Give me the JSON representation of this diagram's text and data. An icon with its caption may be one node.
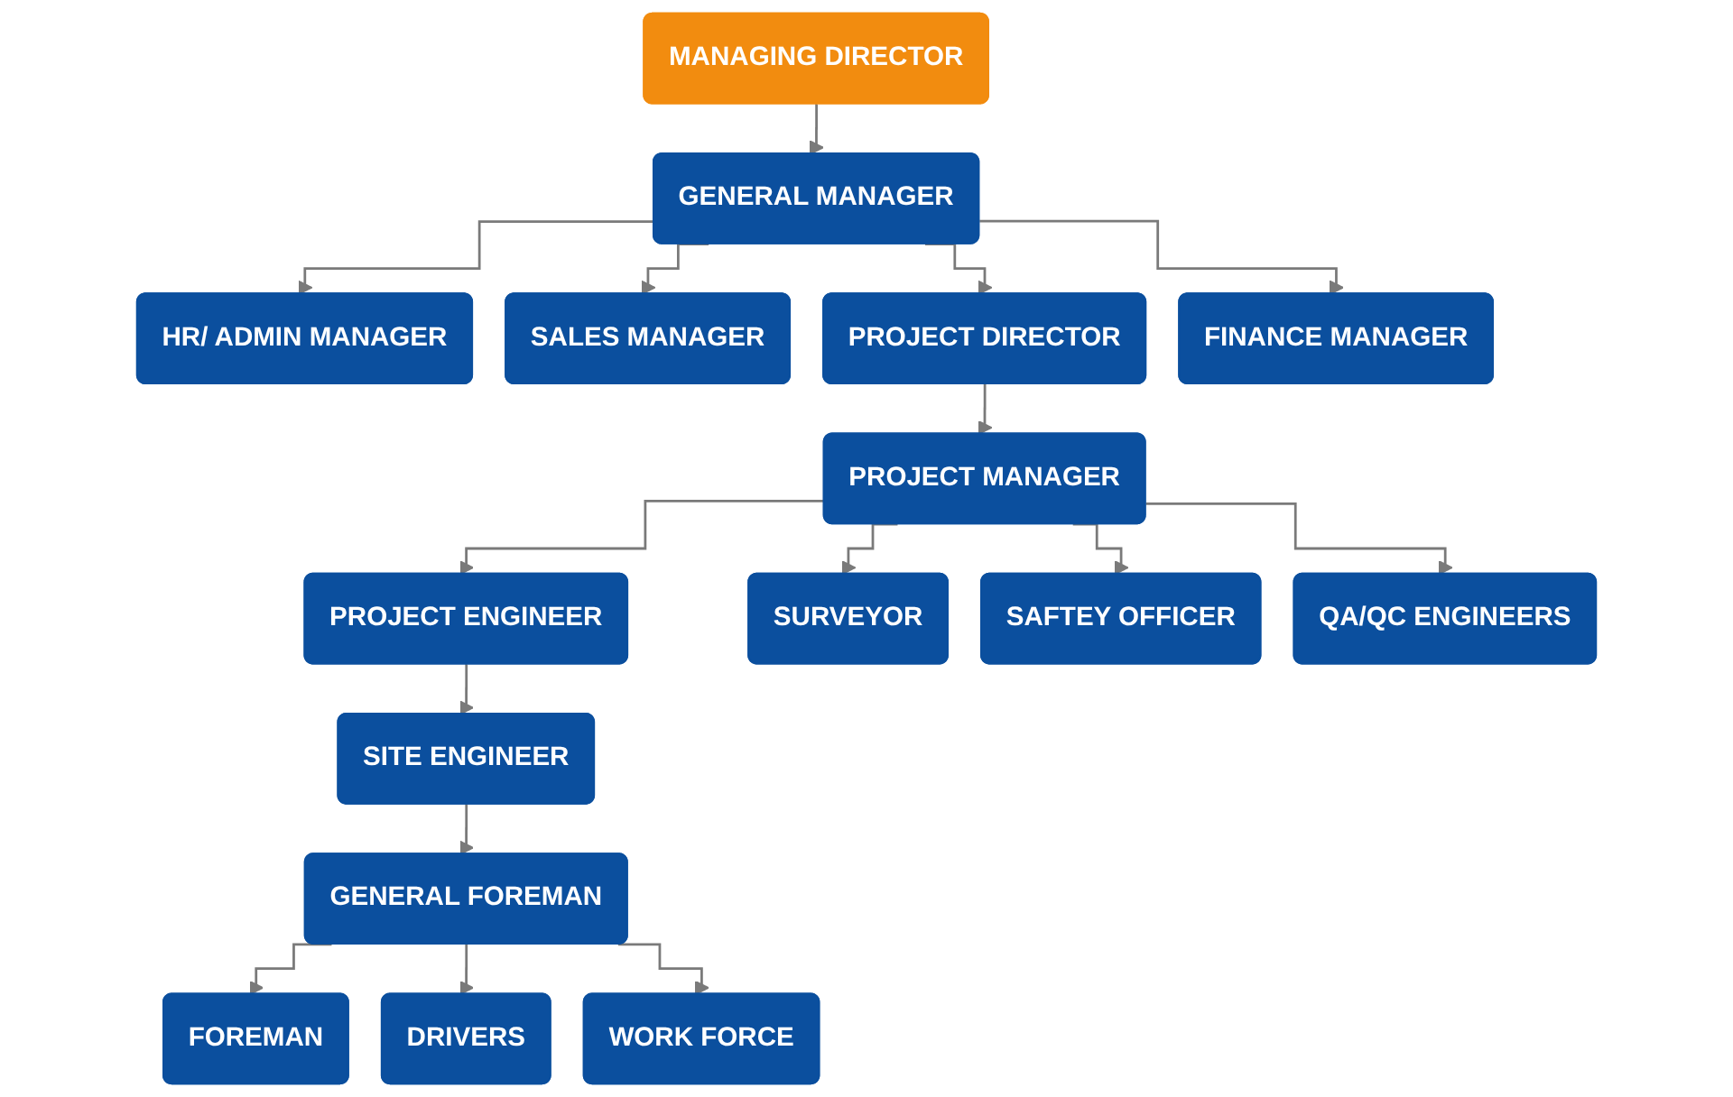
{
  "diagram": {
    "nodes": [
      {
        "text": [
          "MANAGING DIRECTOR"
        ]
      },
      {
        "text": [
          "GENERAL MANAGER"
        ]
      },
      {
        "text": [
          "HR/ ADMIN MANAGER"
        ]
      },
      {
        "text": [
          "SALES MANAGER"
        ]
      },
      {
        "text": [
          "PROJECT DIRECTOR"
        ]
      },
      {
        "text": [
          "FINANCE MANAGER"
        ]
      },
      {
        "text": [
          "PROJECT MANAGER"
        ]
      },
      {
        "text": [
          "PROJECT ENGINEER"
        ]
      },
      {
        "text": [
          "SURVEYOR"
        ]
      },
      {
        "text": [
          "SAFTEY OFFICER"
        ]
      },
      {
        "text": [
          "QA/QC ENGINEERS"
        ]
      },
      {
        "text": [
          "SITE ENGINEER"
        ]
      },
      {
        "text": [
          "GENERAL FOREMAN"
        ]
      },
      {
        "text": [
          "FOREMAN"
        ]
      },
      {
        "text": [
          "DRIVERS"
        ]
      },
      {
        "text": [
          "WORK FORCE"
        ]
      }
    ],
    "edges": [
      {
        "from": 0,
        "to": 1,
        "arrow": "to"
      },
      {
        "from": 1,
        "to": 2,
        "arrow": "to"
      },
      {
        "from": 1,
        "to": 3,
        "arrow": "to"
      },
      {
        "from": 1,
        "to": 4,
        "arrow": "to"
      },
      {
        "from": 1,
        "to": 5,
        "arrow": "to"
      },
      {
        "from": 4,
        "to": 6,
        "arrow": "to"
      },
      {
        "from": 6,
        "to": 7,
        "arrow": "to"
      },
      {
        "from": 6,
        "to": 8,
        "arrow": "to"
      },
      {
        "from": 6,
        "to": 9,
        "arrow": "to"
      },
      {
        "from": 6,
        "to": 10,
        "arrow": "to"
      },
      {
        "from": 7,
        "to": 11,
        "arrow": "to"
      },
      {
        "from": 11,
        "to": 12,
        "arrow": "to"
      },
      {
        "from": 12,
        "to": 13,
        "arrow": "to"
      },
      {
        "from": 12,
        "to": 14,
        "arrow": "to"
      },
      {
        "from": 12,
        "to": 15,
        "arrow": "to"
      }
    ]
  }
}
